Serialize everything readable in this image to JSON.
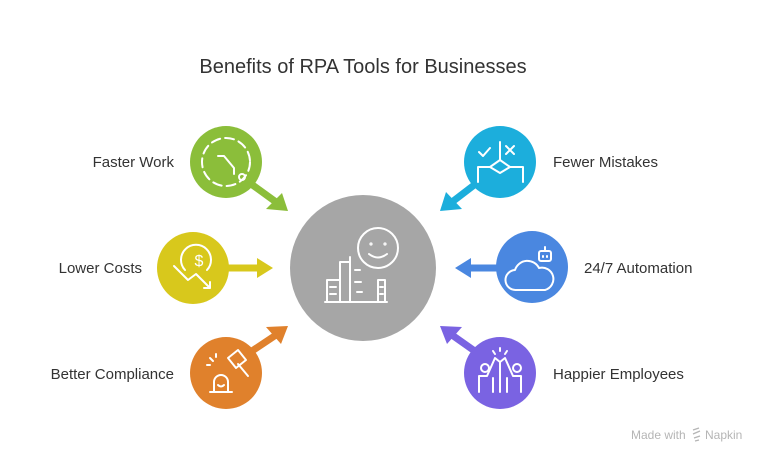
{
  "title": "Benefits of RPA Tools for Businesses",
  "center": {
    "icon": "happy-business-icon",
    "color": "#A6A6A6"
  },
  "benefits": [
    {
      "label": "Faster Work",
      "icon": "stopwatch-icon",
      "color": "#8BBE3A"
    },
    {
      "label": "Lower Costs",
      "icon": "dollar-down-icon",
      "color": "#D8C81C"
    },
    {
      "label": "Better Compliance",
      "icon": "gavel-icon",
      "color": "#E0812C"
    },
    {
      "label": "Fewer Mistakes",
      "icon": "check-cross-decision-icon",
      "color": "#1CAEDC"
    },
    {
      "label": "24/7 Automation",
      "icon": "cloud-robot-icon",
      "color": "#4A87E0"
    },
    {
      "label": "Happier Employees",
      "icon": "high-five-icon",
      "color": "#7A63E2"
    }
  ],
  "watermark": {
    "prefix": "Made with",
    "brand": "Napkin"
  }
}
